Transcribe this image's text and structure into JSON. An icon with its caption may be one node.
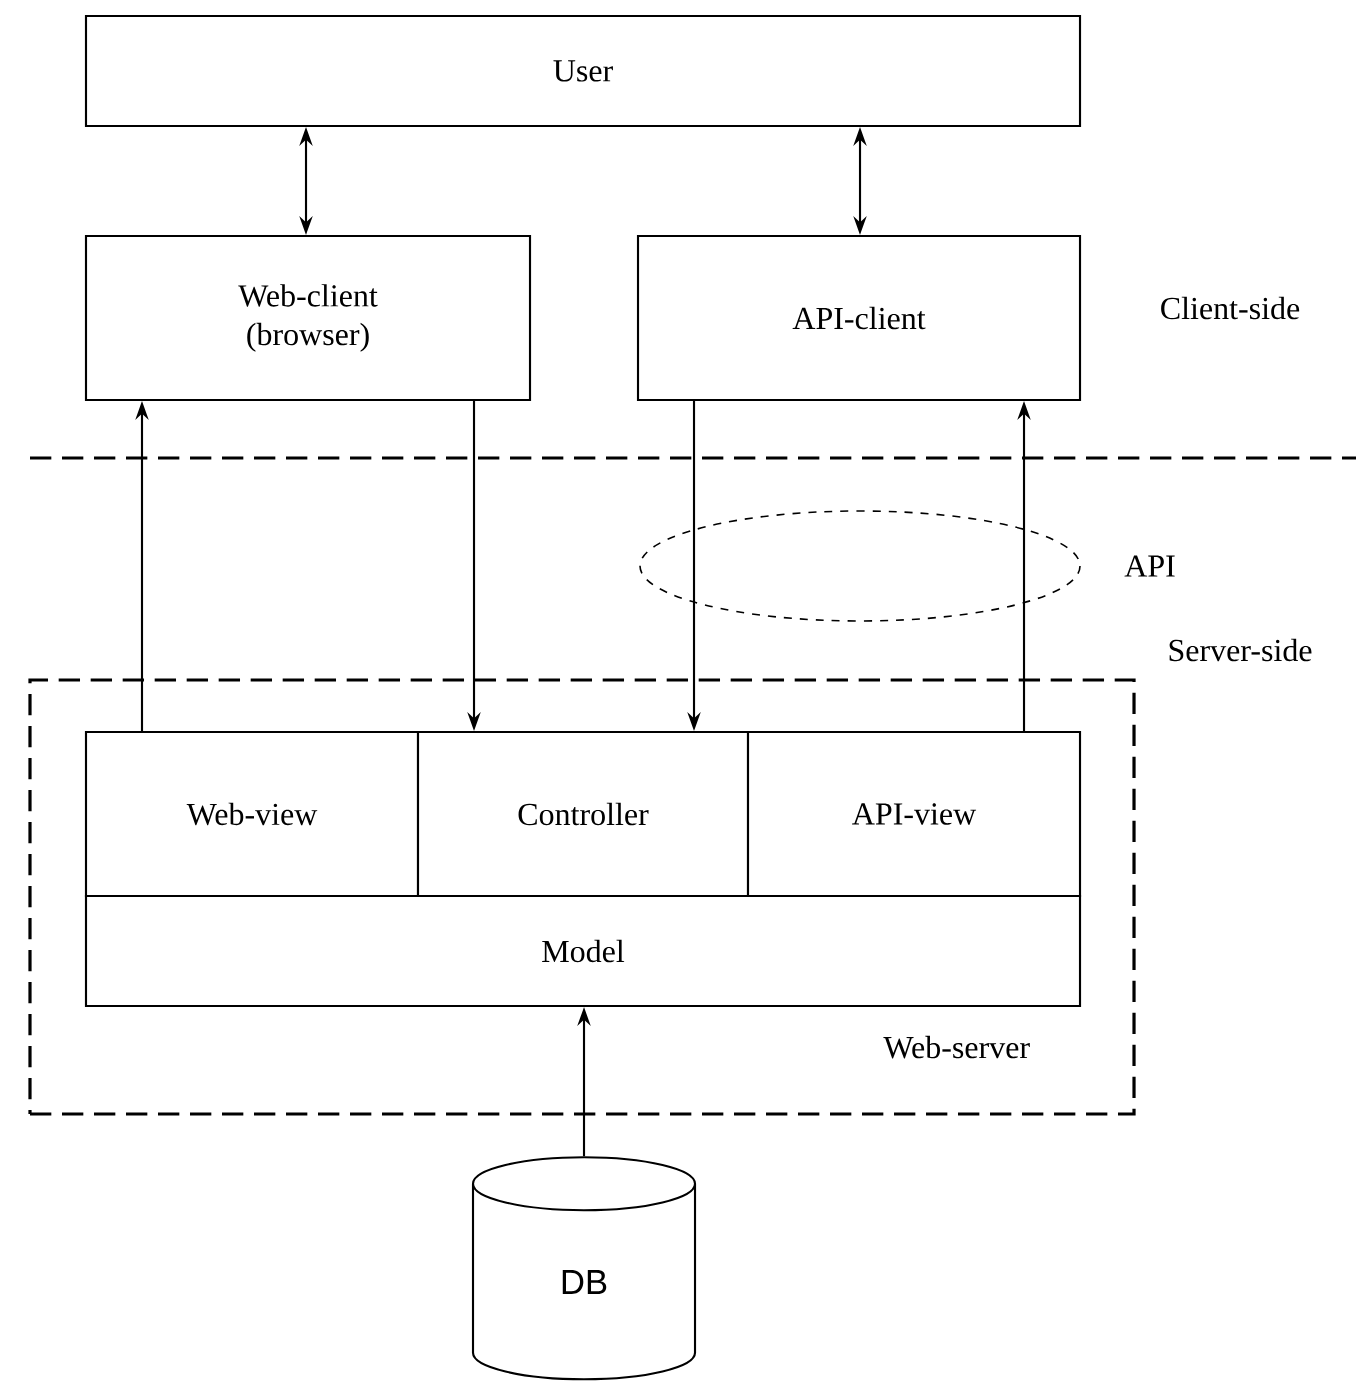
{
  "diagram": {
    "nodes": [
      {
        "text": [
          "User"
        ]
      },
      {
        "text": [
          "Web-client (browser)"
        ]
      },
      {
        "text": [
          "API-client"
        ]
      },
      {
        "text": [
          "Web-server"
        ]
      },
      {
        "text": [
          "Web-view"
        ],
        "in": 3
      },
      {
        "text": [
          "Controller"
        ],
        "in": 3
      },
      {
        "text": [
          "API-view"
        ],
        "in": 3
      },
      {
        "text": [
          "Model"
        ],
        "in": 3
      },
      {
        "text": [
          "DB"
        ]
      }
    ],
    "edges": [
      {
        "from": 0,
        "to": 1,
        "arrow": "both"
      },
      {
        "from": 0,
        "to": 2,
        "arrow": "both"
      },
      {
        "from": 4,
        "to": 1,
        "arrow": "to"
      },
      {
        "from": 1,
        "to": 5,
        "arrow": "to"
      },
      {
        "from": 2,
        "to": 5,
        "arrow": "to"
      },
      {
        "from": 6,
        "to": 2,
        "arrow": "to"
      },
      {
        "from": 8,
        "to": 7,
        "arrow": "to"
      }
    ],
    "labels": [
      "Client-side",
      "API",
      "Server-side"
    ]
  }
}
